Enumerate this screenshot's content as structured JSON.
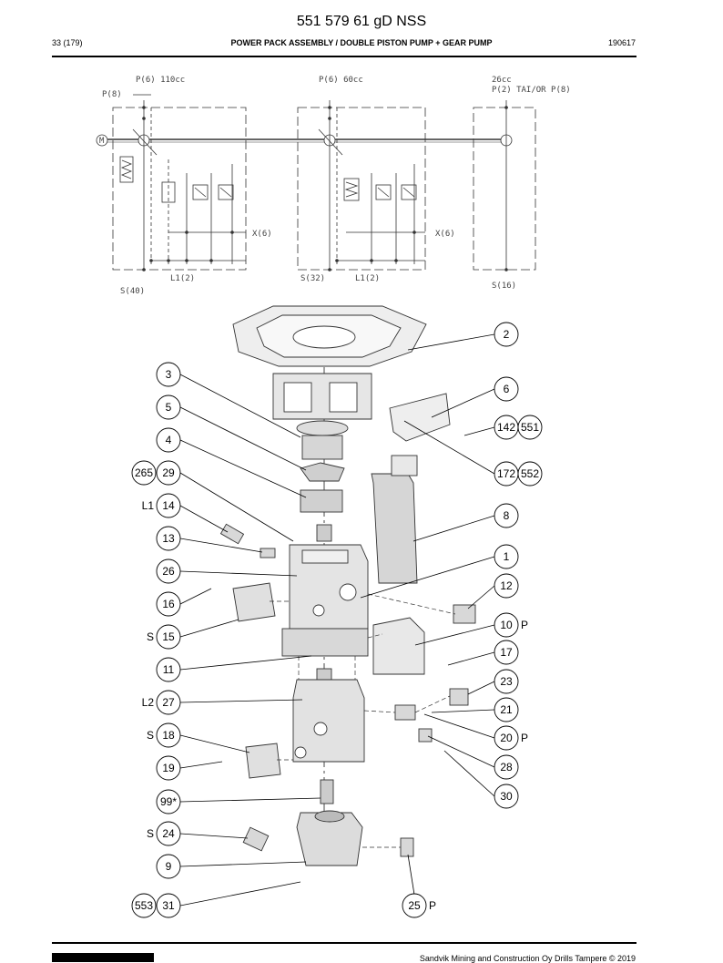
{
  "header": {
    "doc_id": "551 579 61 gD NSS",
    "page": "33 (179)",
    "title": "POWER PACK ASSEMBLY / DOUBLE PISTON PUMP + GEAR PUMP",
    "date_code": "190617"
  },
  "schematic": {
    "labels": {
      "p16_110": "P(6) 110cc",
      "p18": "P(8)",
      "motor": "M",
      "p16_60": "P(6)  60cc",
      "gear_cc": "26cc",
      "gear_port": "P(2)  TAI/OR  P(8)",
      "x6_a": "X(6)",
      "x6_b": "X(6)",
      "l1_a": "L1(2)",
      "s40": "S(40)",
      "s32": "S(32)",
      "l1_b": "L1(2)",
      "s16": "S(16)"
    }
  },
  "callouts": [
    {
      "num": "2",
      "tag": ""
    },
    {
      "num": "3",
      "tag": ""
    },
    {
      "num": "6",
      "tag": ""
    },
    {
      "num": "5",
      "tag": ""
    },
    {
      "num": "142",
      "tag": ""
    },
    {
      "num": "551",
      "tag": ""
    },
    {
      "num": "4",
      "tag": ""
    },
    {
      "num": "265",
      "tag": ""
    },
    {
      "num": "29",
      "tag": ""
    },
    {
      "num": "172",
      "tag": ""
    },
    {
      "num": "552",
      "tag": ""
    },
    {
      "num": "14",
      "tag": "L1"
    },
    {
      "num": "8",
      "tag": ""
    },
    {
      "num": "13",
      "tag": ""
    },
    {
      "num": "1",
      "tag": ""
    },
    {
      "num": "26",
      "tag": ""
    },
    {
      "num": "12",
      "tag": ""
    },
    {
      "num": "16",
      "tag": ""
    },
    {
      "num": "10",
      "tag": "P"
    },
    {
      "num": "15",
      "tag": "S"
    },
    {
      "num": "17",
      "tag": ""
    },
    {
      "num": "11",
      "tag": ""
    },
    {
      "num": "23",
      "tag": ""
    },
    {
      "num": "27",
      "tag": "L2"
    },
    {
      "num": "21",
      "tag": ""
    },
    {
      "num": "18",
      "tag": "S"
    },
    {
      "num": "20",
      "tag": "P"
    },
    {
      "num": "28",
      "tag": ""
    },
    {
      "num": "19",
      "tag": ""
    },
    {
      "num": "30",
      "tag": ""
    },
    {
      "num": "99*",
      "tag": ""
    },
    {
      "num": "24",
      "tag": "S"
    },
    {
      "num": "9",
      "tag": ""
    },
    {
      "num": "553",
      "tag": ""
    },
    {
      "num": "31",
      "tag": ""
    },
    {
      "num": "25",
      "tag": "P"
    }
  ],
  "footer": {
    "copyright": "Sandvik Mining and Construction Oy Drills Tampere © 2019"
  }
}
